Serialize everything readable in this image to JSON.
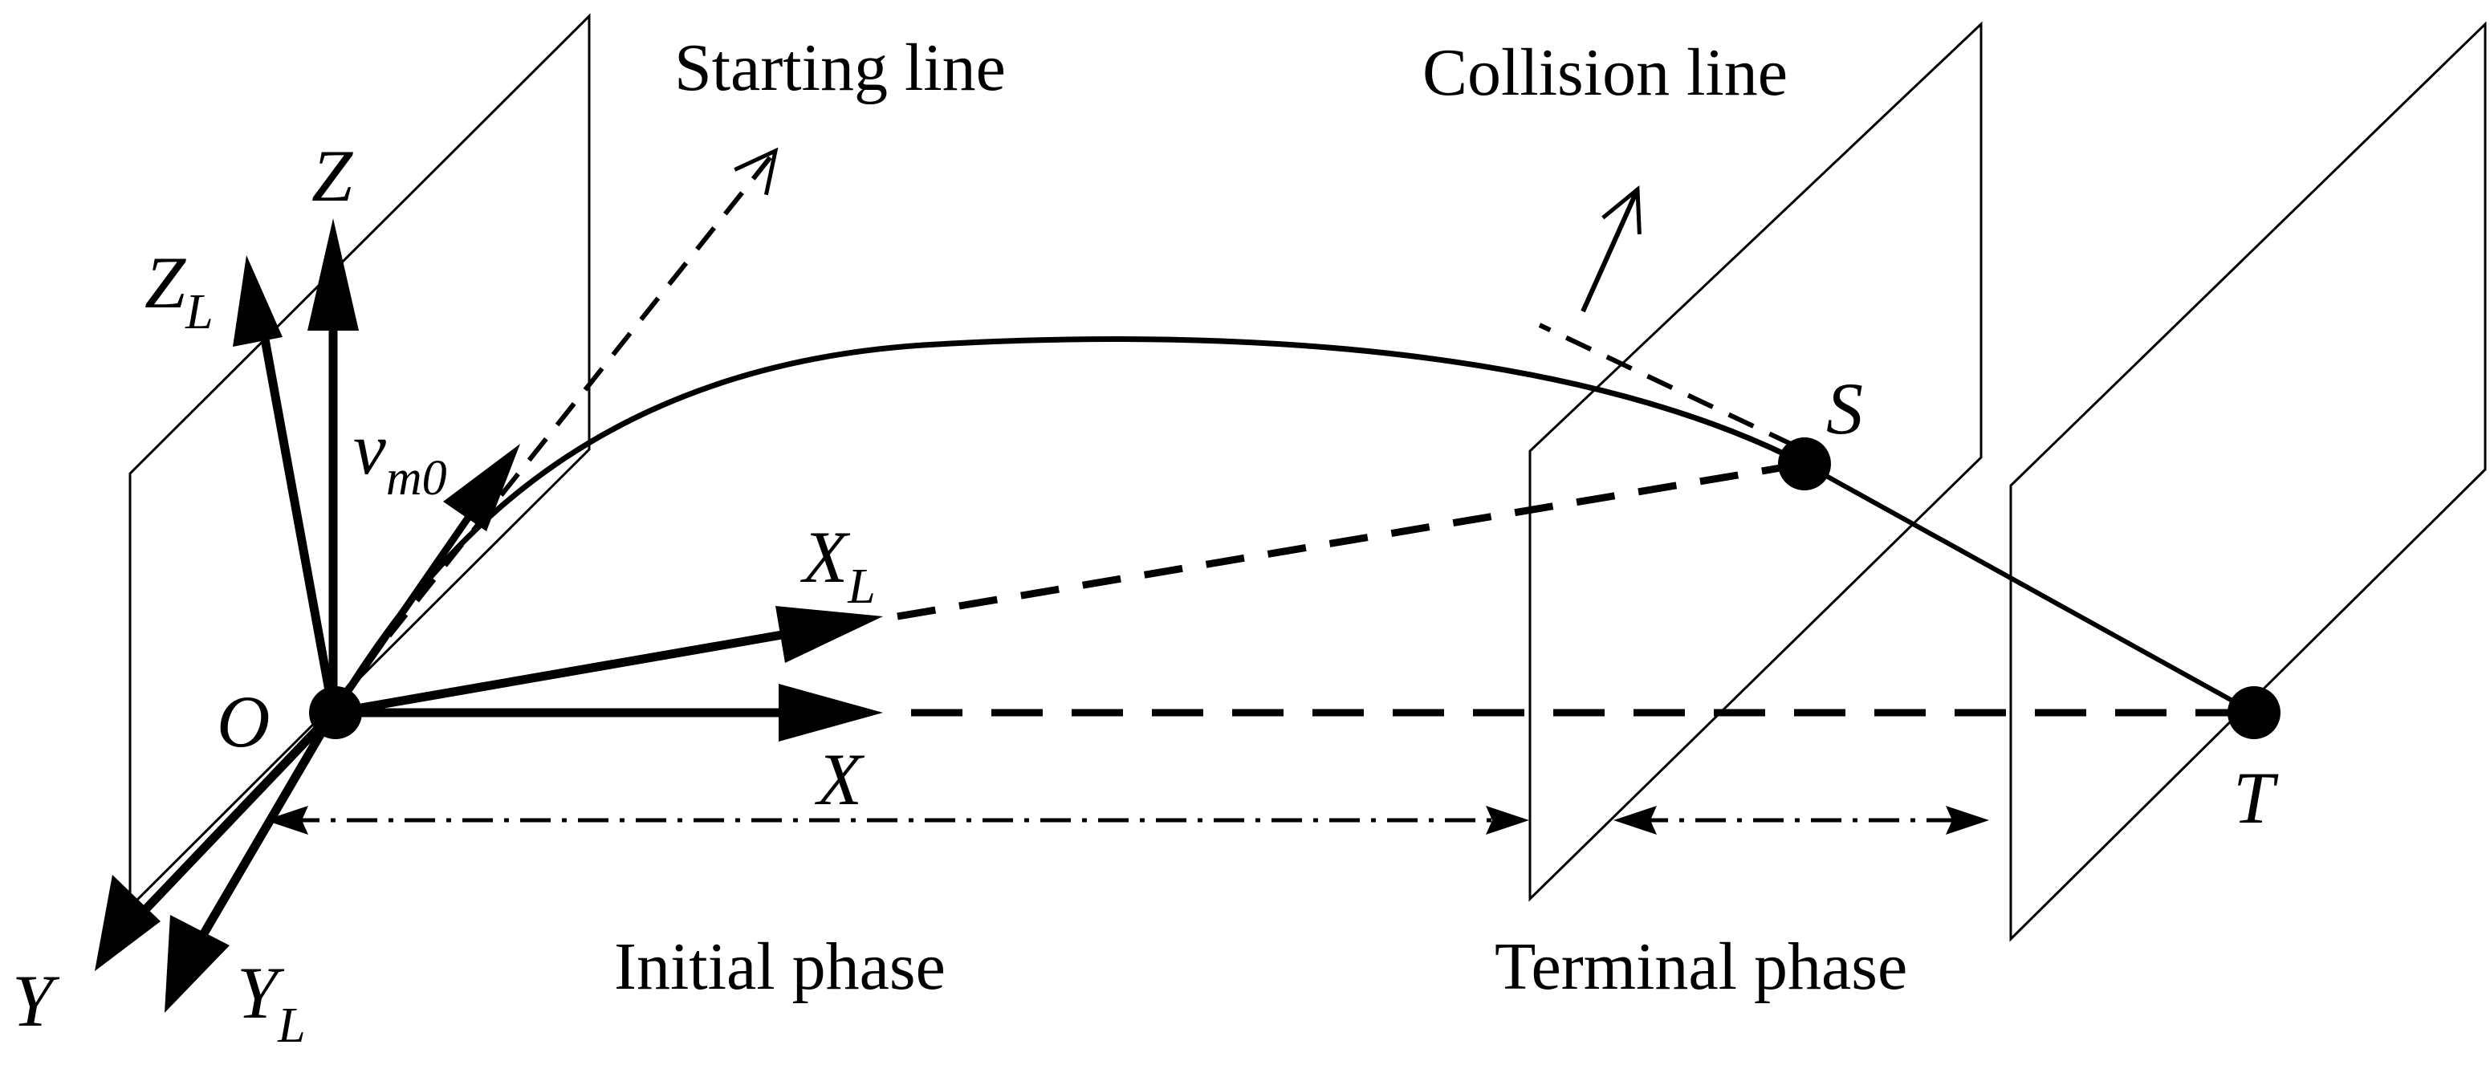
{
  "labels": {
    "starting_line": "Starting line",
    "collision_line": "Collision line",
    "initial_phase": "Initial phase",
    "terminal_phase": "Terminal phase"
  },
  "axes": {
    "z": "Z",
    "z_l": "Z",
    "z_l_sub": "L",
    "x": "X",
    "x_l": "X",
    "x_l_sub": "L",
    "y": "Y",
    "y_l": "Y",
    "y_l_sub": "L"
  },
  "points": {
    "origin": "O",
    "s": "S",
    "t": "T"
  },
  "velocity": {
    "symbol": "v",
    "subscript": "m0"
  },
  "colors": {
    "ink": "#000000",
    "background": "#ffffff"
  }
}
